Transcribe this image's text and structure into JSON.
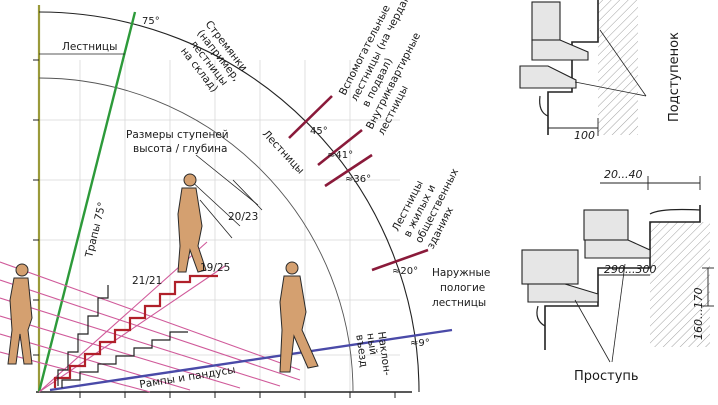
{
  "diagram": {
    "angles": {
      "a75": "75°",
      "a45": "45°",
      "a41": "≈41°",
      "a36": "≈36°",
      "a20": "≈20°",
      "a9": "≈9°"
    },
    "labels": {
      "ladders": "Лестницы",
      "ladders_arc": "Лестницы",
      "ladders_75": "Трапы 75°",
      "step_sizes_1": "Размеры ступеней",
      "step_sizes_2": "высота / глубина",
      "ratio_20_23": "20/23",
      "ratio_21_21": "21/21",
      "ratio_19_25": "19/25",
      "stepladders_1": "Стремянки",
      "stepladders_2": "(например,",
      "stepladders_3": "лестницы",
      "stepladders_4": "на склад)",
      "aux_1": "Вспомогательные",
      "aux_2": "лестницы (на чердак,",
      "aux_3": "в подвал)",
      "intra_1": "Внутриквартирные",
      "intra_2": "лестницы",
      "res_1": "Лестницы",
      "res_2": "в жилых и",
      "res_3": "общественных",
      "res_4": "зданиях",
      "outdoor_1": "Наружные",
      "outdoor_2": "пологие",
      "outdoor_3": "лестницы",
      "ramps": "Рампы и пандусы",
      "drive_1": "Наклон-",
      "drive_2": "ный",
      "drive_3": "въезд"
    },
    "details": {
      "riser": "Подступенок",
      "tread": "Проступь",
      "dim_100": "100",
      "dim_20_40": "20...40",
      "dim_290_300": "290...300",
      "dim_160_170": "160...170"
    }
  }
}
